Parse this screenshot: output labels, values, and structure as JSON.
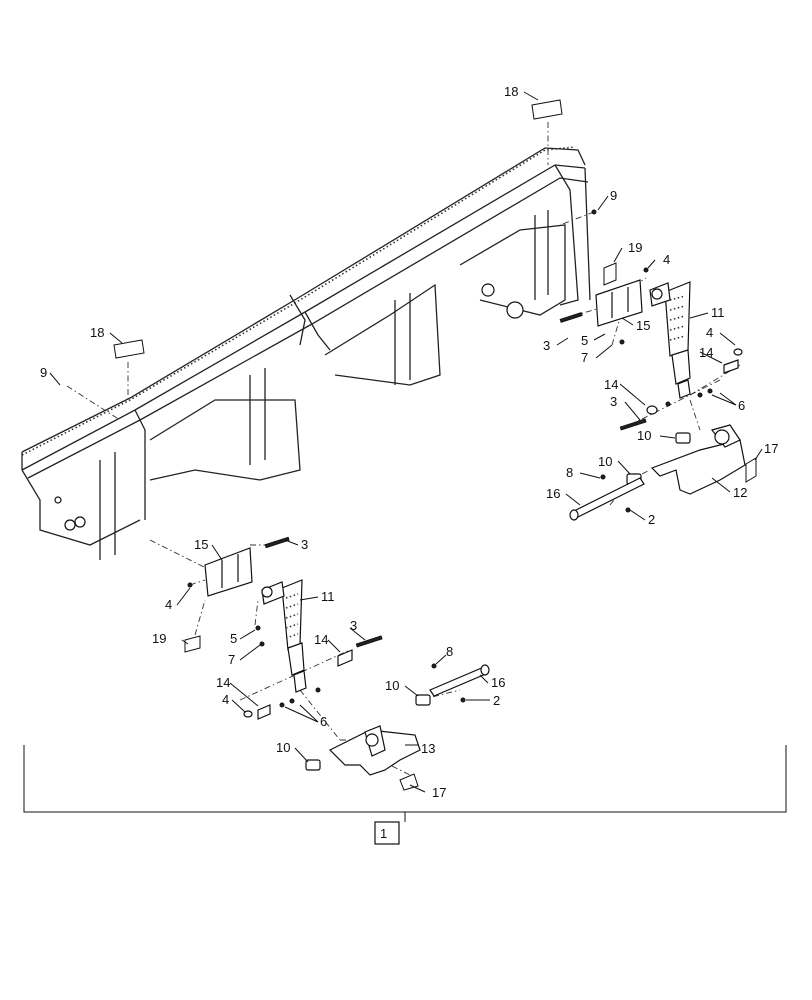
{
  "callouts": {
    "c1": "1",
    "c2a": "2",
    "c2b": "2",
    "c3a": "3",
    "c3b": "3",
    "c3c": "3",
    "c3d": "3",
    "c4a": "4",
    "c4b": "4",
    "c4c": "4",
    "c4d": "4",
    "c5a": "5",
    "c5b": "5",
    "c6a": "6",
    "c6b": "6",
    "c7a": "7",
    "c7b": "7",
    "c8a": "8",
    "c8b": "8",
    "c9a": "9",
    "c9b": "9",
    "c10a": "10",
    "c10b": "10",
    "c10c": "10",
    "c10d": "10",
    "c11a": "11",
    "c11b": "11",
    "c12": "12",
    "c13": "13",
    "c14a": "14",
    "c14b": "14",
    "c14c": "14",
    "c14d": "14",
    "c15a": "15",
    "c15b": "15",
    "c16a": "16",
    "c16b": "16",
    "c17a": "17",
    "c17b": "17",
    "c18a": "18",
    "c18b": "18",
    "c19a": "19",
    "c19b": "19"
  }
}
